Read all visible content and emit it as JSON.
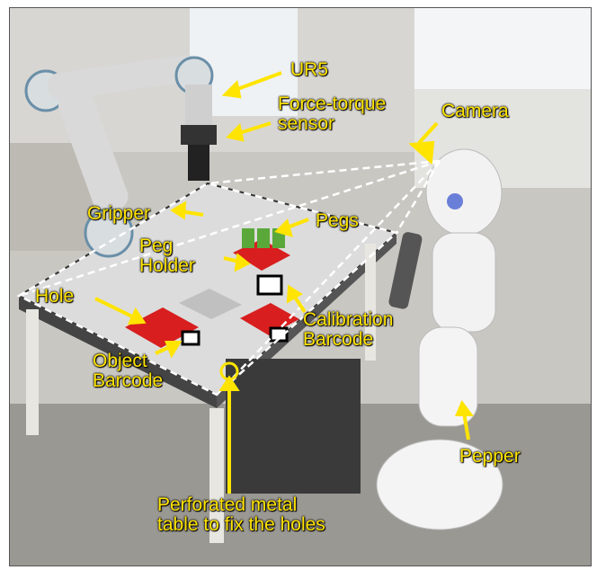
{
  "labels": {
    "ur5": "UR5",
    "force_torque": "Force-torque\nsensor",
    "camera": "Camera",
    "gripper": "Gripper",
    "pegs": "Pegs",
    "peg_holder": "Peg\nHolder",
    "hole": "Hole",
    "calibration_barcode": "Calibration\nBarcode",
    "object_barcode": "Object\nBarcode",
    "pepper": "Pepper",
    "perforated_table": "Perforated metal\ntable to fix the holes"
  },
  "colors": {
    "annotation": "#ffe400",
    "plate_red": "#d81e1e",
    "table_top": "#dcdcdc",
    "robot_white": "#f2f2f2"
  }
}
